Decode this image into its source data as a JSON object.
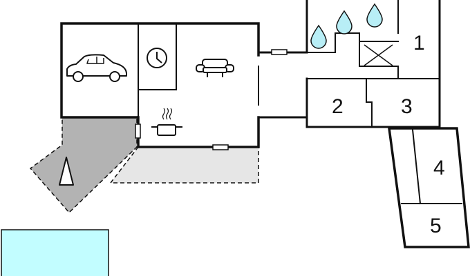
{
  "rooms": {
    "room_1": "1",
    "room_2": "2",
    "room_3": "3",
    "room_4": "4",
    "room_5": "5"
  },
  "icons": {
    "garage": "car-icon",
    "utility": "clock-icon",
    "living": "sofa-icon",
    "kitchen": "cooking-pot-icon",
    "bathroom": [
      "water-drop-icon",
      "water-drop-icon",
      "water-drop-icon"
    ],
    "storage": "crossed-box-icon",
    "terrace": "tent-icon"
  },
  "colors": {
    "wall": "#111111",
    "terrace_dark": "#b3b3b3",
    "terrace_light": "#e6e6e6",
    "water_drop": "#b8eef6",
    "pool": "#c2fdff"
  }
}
